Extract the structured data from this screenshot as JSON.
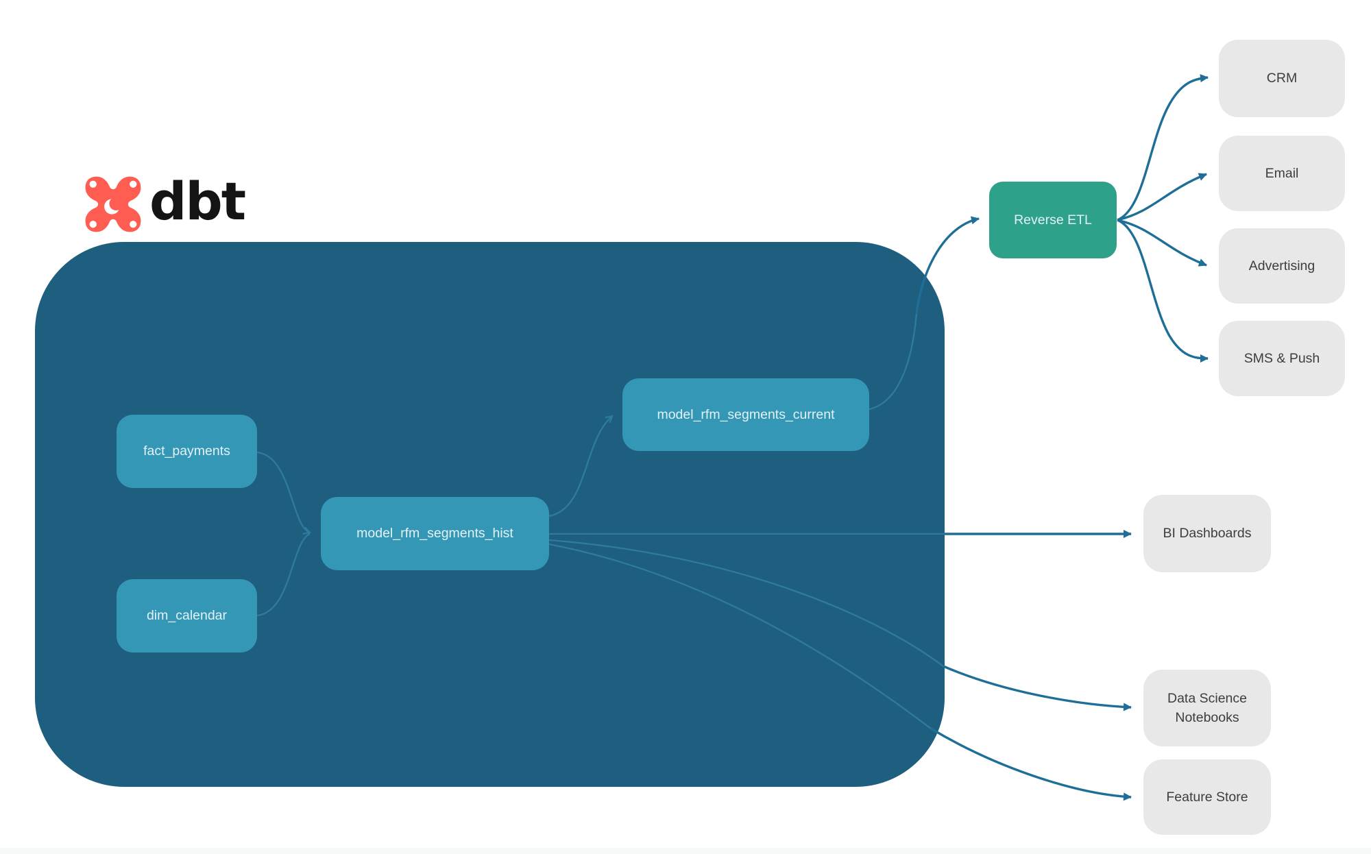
{
  "logo": {
    "brand": "dbt"
  },
  "nodes": {
    "fact_payments": "fact_payments",
    "dim_calendar": "dim_calendar",
    "model_hist": "model_rfm_segments_hist",
    "model_current": "model_rfm_segments_current",
    "reverse_etl": "Reverse ETL",
    "crm": "CRM",
    "email": "Email",
    "advertising": "Advertising",
    "sms_push": "SMS & Push",
    "bi_dashboards": "BI Dashboards",
    "ds_notebooks": "Data Science Notebooks",
    "feature_store": "Feature Store"
  },
  "colors": {
    "canvas": "#ffffff",
    "container": "#1e5f7f",
    "model_node": "#3397b5",
    "reverse_etl": "#2da189",
    "destination_node": "#e8e8e8",
    "edge_inside": "#2f7ba0",
    "edge_outside": "#1e6e97",
    "brand_orange": "#ff5d52",
    "brand_text": "#141414",
    "text_on_dark": "#e3f2f8",
    "text_on_light": "#3d3d3d",
    "bottom_strip": "#f7f9f9"
  }
}
